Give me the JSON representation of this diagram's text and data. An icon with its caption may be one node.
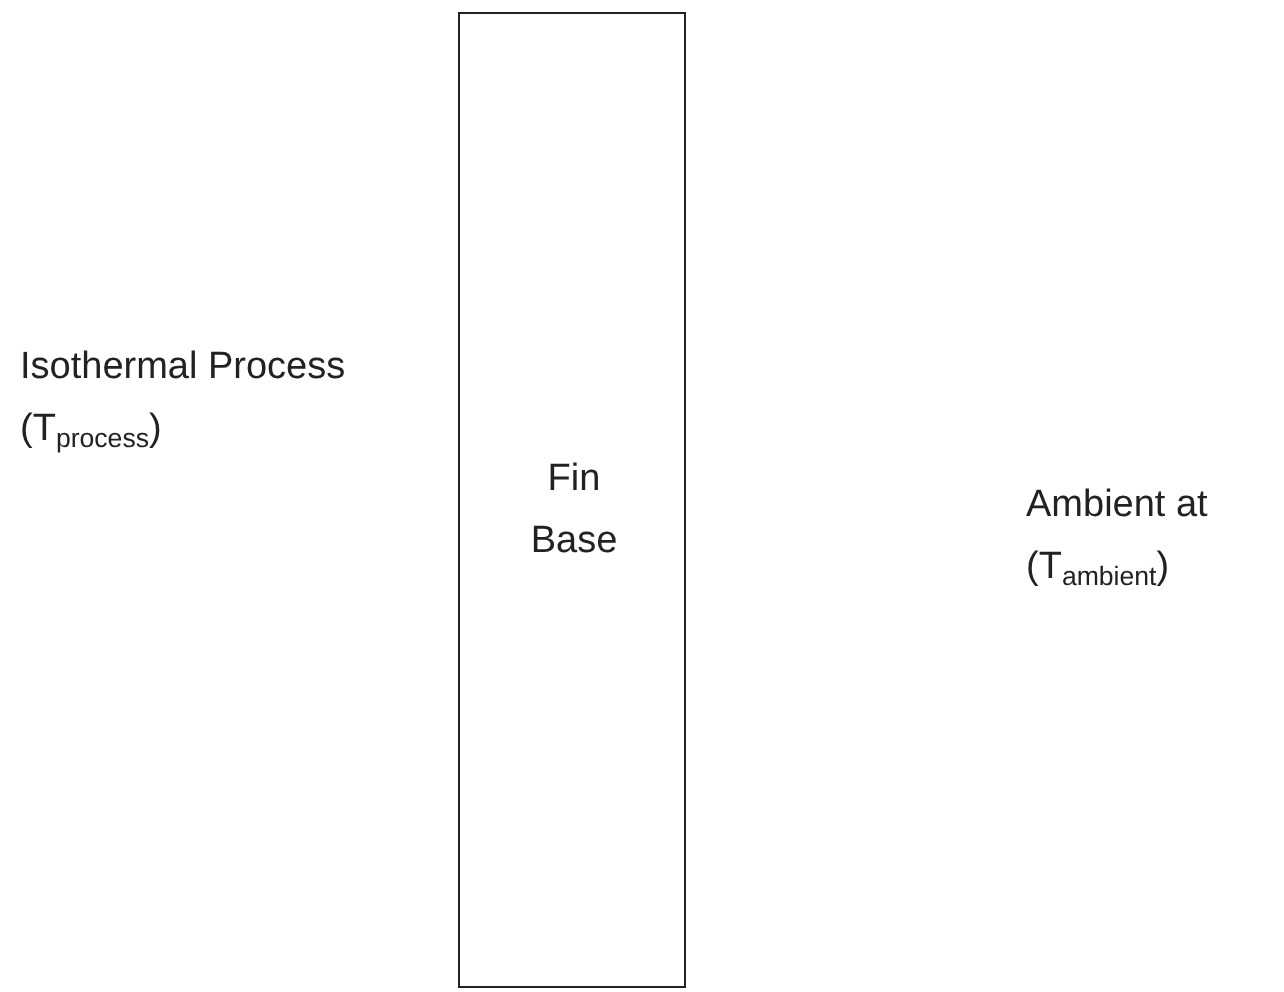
{
  "diagram": {
    "nodes": [
      {
        "text": [
          "Fin Base"
        ]
      }
    ],
    "edges": [],
    "labels": [
      "Isothermal Process (T$_{process}$)",
      "Ambient at (T$_{ambient}$)"
    ]
  }
}
